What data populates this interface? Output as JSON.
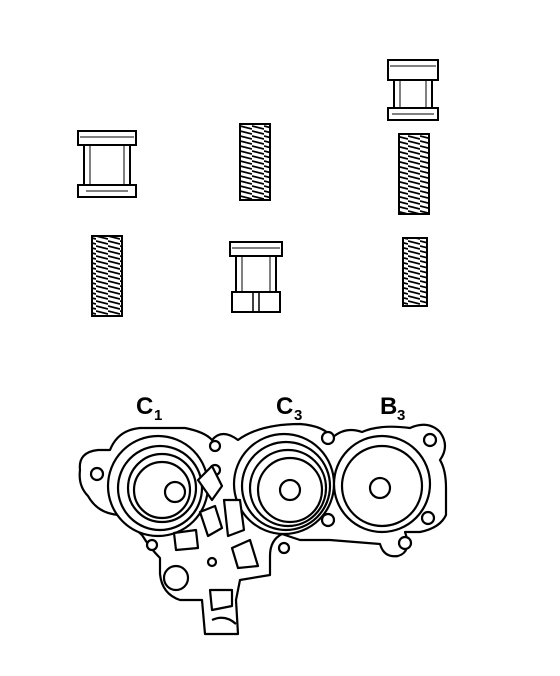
{
  "accumulators": [
    {
      "label_main": "C",
      "label_sub": "1"
    },
    {
      "label_main": "C",
      "label_sub": "3"
    },
    {
      "label_main": "B",
      "label_sub": "3"
    }
  ],
  "colors": {
    "ink": "#000000",
    "paper": "#ffffff"
  }
}
